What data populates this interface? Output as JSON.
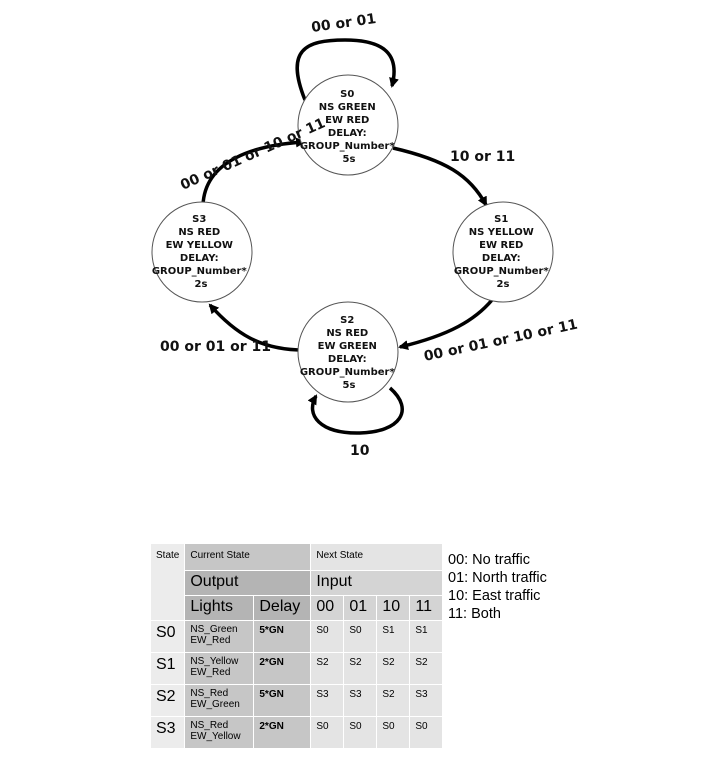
{
  "states": [
    {
      "id": "s0",
      "lines": [
        "S0",
        "NS GREEN",
        "EW RED",
        "DELAY:",
        "GROUP_Number*",
        "5s"
      ]
    },
    {
      "id": "s1",
      "lines": [
        "S1",
        "NS YELLOW",
        "EW RED",
        "DELAY:",
        "GROUP_Number*",
        "2s"
      ]
    },
    {
      "id": "s2",
      "lines": [
        "S2",
        "NS RED",
        "EW GREEN",
        "DELAY:",
        "GROUP_Number*",
        "5s"
      ]
    },
    {
      "id": "s3",
      "lines": [
        "S3",
        "NS RED",
        "EW YELLOW",
        "DELAY:",
        "GROUP_Number*",
        "2s"
      ]
    }
  ],
  "transitions": {
    "s0_self": "00 or 01",
    "s0_s1": "10 or 11",
    "s1_s2": "00 or 01 or 10 or 11",
    "s2_self": "10",
    "s2_s3": "00 or 01 or 11",
    "s3_s0": "00 or 01 or 10 or 11"
  },
  "table": {
    "headers": {
      "state": "State",
      "current_state": "Current State",
      "next_state": "Next State",
      "output": "Output",
      "input": "Input",
      "lights": "Lights",
      "delay": "Delay",
      "inputs": [
        "00",
        "01",
        "10",
        "11"
      ]
    },
    "rows": [
      {
        "state": "S0",
        "lights": [
          "NS_Green",
          "EW_Red"
        ],
        "delay": "5*GN",
        "next": [
          "S0",
          "S0",
          "S1",
          "S1"
        ]
      },
      {
        "state": "S1",
        "lights": [
          "NS_Yellow",
          "EW_Red"
        ],
        "delay": "2*GN",
        "next": [
          "S2",
          "S2",
          "S2",
          "S2"
        ]
      },
      {
        "state": "S2",
        "lights": [
          "NS_Red",
          "EW_Green"
        ],
        "delay": "5*GN",
        "next": [
          "S3",
          "S3",
          "S2",
          "S3"
        ]
      },
      {
        "state": "S3",
        "lights": [
          "NS_Red",
          "EW_Yellow"
        ],
        "delay": "2*GN",
        "next": [
          "S0",
          "S0",
          "S0",
          "S0"
        ]
      }
    ]
  },
  "legend": [
    "00: No traffic",
    "01: North traffic",
    "10: East traffic",
    "11: Both"
  ]
}
